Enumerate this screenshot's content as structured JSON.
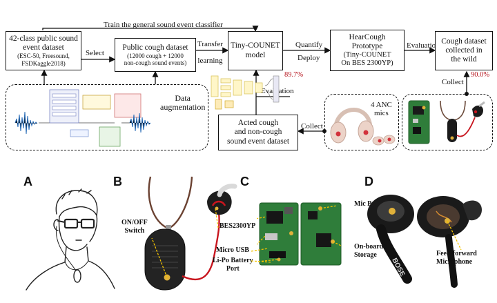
{
  "flow": {
    "train_label": "Train the general sound event classifier",
    "box_42class": {
      "title_line1": "42-class public sound",
      "title_line2": "event dataset",
      "sub_line1": "(ESC-50, Freesound,",
      "sub_line2": "FSDKaggle2018)"
    },
    "select_label": "Select",
    "box_public_cough": {
      "title": "Public cough dataset",
      "sub_line1": "(12000 cough + 12000",
      "sub_line2": "non-cough sound events)"
    },
    "transfer_label_line1": "Transfer",
    "transfer_label_line2": "learning",
    "box_tiny": {
      "line1": "Tiny-COUNET",
      "line2": "model"
    },
    "quantify_label": "Quantify",
    "deploy_label": "Deploy",
    "box_hearcough": {
      "line1": "HearCough",
      "line2": "Prototype",
      "line3": "(Tiny-COUNET",
      "line4": "On BES 2300YP)"
    },
    "evaluation_top_label": "Evaluation",
    "box_wild": {
      "line1": "Cough dataset",
      "line2": "collected in",
      "line3": "the wild"
    },
    "acc_model": "89.7%",
    "acc_wild": "90.0%",
    "evaluation_mid_label": "Evaluation",
    "collect_right_label": "Collect",
    "box_acted": {
      "line1": "Acted cough",
      "line2": "and non-cough",
      "line3": "sound event dataset"
    },
    "collect_mid_label": "Collect",
    "anc_line1": "4 ANC",
    "anc_line2": "mics",
    "data_aug_line1": "Data",
    "data_aug_line2": "augmentation"
  },
  "panels": {
    "a": {
      "letter": "A"
    },
    "b": {
      "letter": "B",
      "onoff_line1": "ON/OFF",
      "onoff_line2": "Switch",
      "bes": "BES2300YP",
      "usb": "Micro USB",
      "battery_line1": "Li-Po Battery",
      "battery_line2": "Port"
    },
    "c": {
      "letter": "C",
      "mic_port": "Mic Port",
      "storage_line1": "On-board",
      "storage_line2": "Storage"
    },
    "d": {
      "letter": "D",
      "ff_line1": "Feed-forward",
      "ff_line2": "Microphone"
    }
  },
  "colors": {
    "accent_red": "#b5121b",
    "callout_yellow": "#f2c200",
    "pcb_green": "#2f7d3a",
    "earbud_pink": "#e9c9bd",
    "cord_red": "#c8151e"
  }
}
